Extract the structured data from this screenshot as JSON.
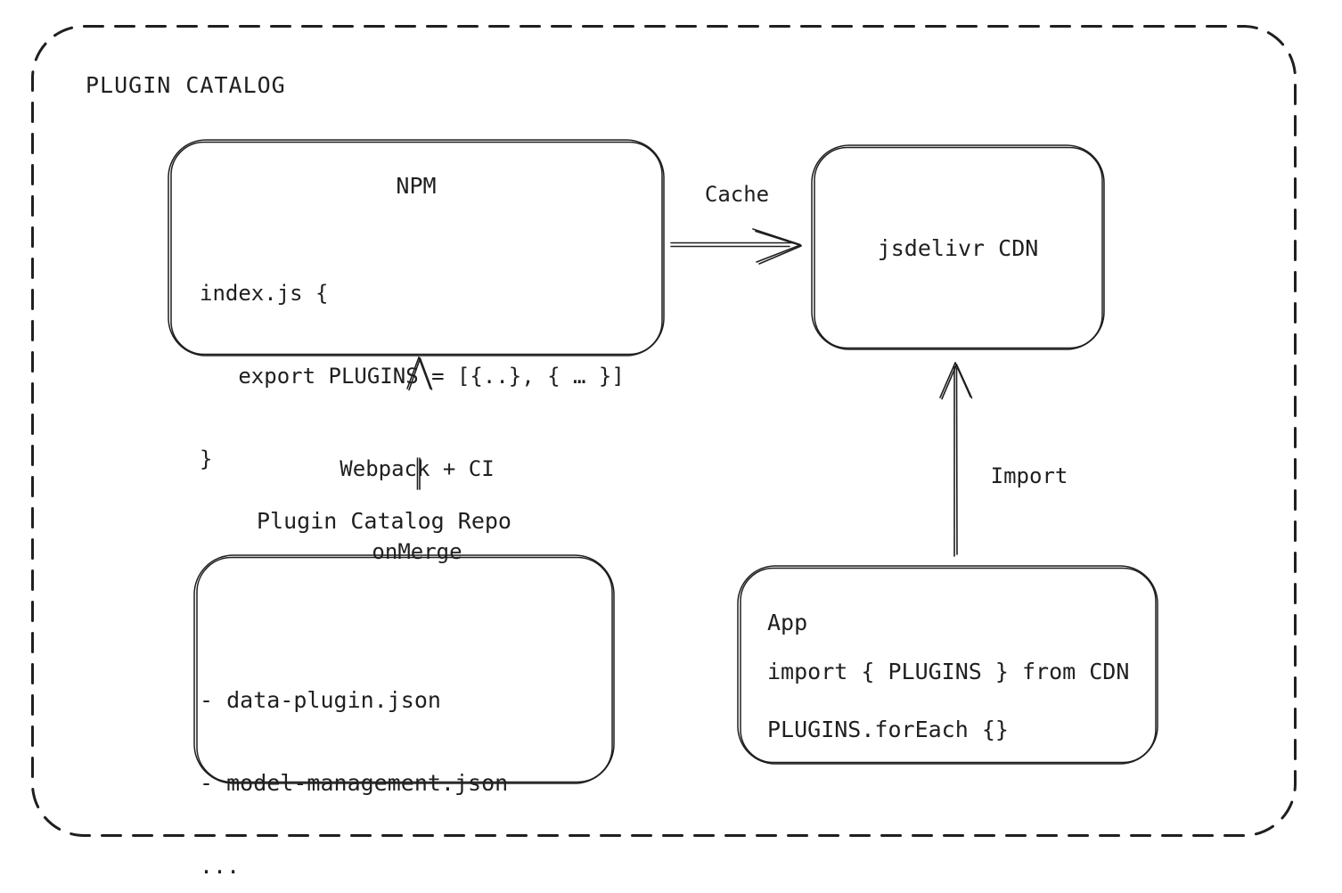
{
  "colors": {
    "stroke": "#1f1f1f",
    "background": "#ffffff"
  },
  "container": {
    "title": "PLUGIN CATALOG"
  },
  "nodes": {
    "npm": {
      "title": "NPM",
      "code": [
        "index.js {",
        "   export PLUGINS = [{..}, { … }]",
        "}"
      ]
    },
    "cdn": {
      "title": "jsdelivr CDN"
    },
    "repo": {
      "label": "Plugin Catalog Repo",
      "files": [
        "- data-plugin.json",
        "- model-management.json",
        "..."
      ]
    },
    "app": {
      "title": "App",
      "code": [
        "import { PLUGINS } from CDN",
        "PLUGINS.forEach {}"
      ]
    }
  },
  "edges": {
    "cache": {
      "label": "Cache",
      "from": "NPM",
      "to": "jsdelivr CDN"
    },
    "build": {
      "label": [
        "Webpack + CI",
        "onMerge"
      ],
      "from": "Plugin Catalog Repo",
      "to": "NPM"
    },
    "import": {
      "label": "Import",
      "from": "App",
      "to": "jsdelivr CDN"
    }
  }
}
